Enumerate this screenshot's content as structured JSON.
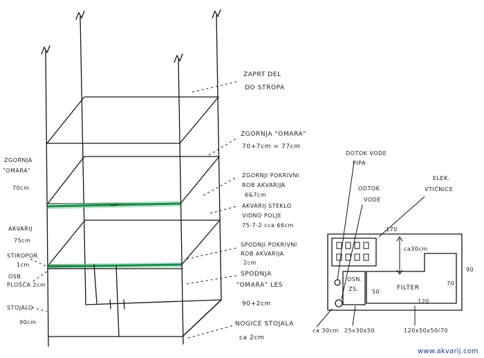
{
  "labels": {
    "zaprt_del": [
      "ZAPRT DEL",
      "DO STROPA"
    ],
    "zgornja_omara": [
      "ZGORNJA \"OMARA\"",
      "70+7cm = 77cm"
    ],
    "zgornji_pokrivni": [
      "ZGORNJI POKRIVNI",
      "ROB AKVARIJA",
      "6&7cm"
    ],
    "akvarij_steklo": [
      "AKVARIJ STEKLO",
      "VIDNO POLJE",
      "75-7-2 cca 66cm"
    ],
    "spodnji_pokrivni": [
      "SPODNJI POKRIVNI",
      "ROB AKVARIJA",
      "2cm"
    ],
    "spodnja_omara": [
      "SPODNJA",
      "\"OMARA\" LES",
      "90+2cm"
    ],
    "nogice": [
      "NOGICE STOJALA",
      "ca 2cm"
    ],
    "left_zgornja": [
      "ZGORNJA",
      "\"OMARA\"",
      "70cm"
    ],
    "left_akvarij": [
      "AKVARIJ",
      "75cm"
    ],
    "left_stiropor": [
      "STIROPOR",
      "1cm"
    ],
    "left_osb": [
      "OSB",
      "PLOŠČA 2cm"
    ],
    "left_stojalo": [
      "STOJALO",
      "90cm"
    ],
    "dotok": [
      "DOTOK VODE",
      "PIPA"
    ],
    "odtok": [
      "ODTOK",
      "VODE"
    ],
    "elek": [
      "ELEK.",
      "VTIČNICE"
    ],
    "dim_170": "170",
    "dim_ca30": "ca30cm",
    "dim_90": "90",
    "dim_70": "70",
    "filter": "FILTER",
    "dim_120": "120",
    "osb_box": [
      "OSN.",
      "ZS."
    ],
    "dim_50": "50",
    "bottom_ca30": "ca 30cm",
    "bottom_dims1": "25x30x50",
    "bottom_dims2": "120x50x50/70",
    "watermark": "www.akvarij.com"
  }
}
